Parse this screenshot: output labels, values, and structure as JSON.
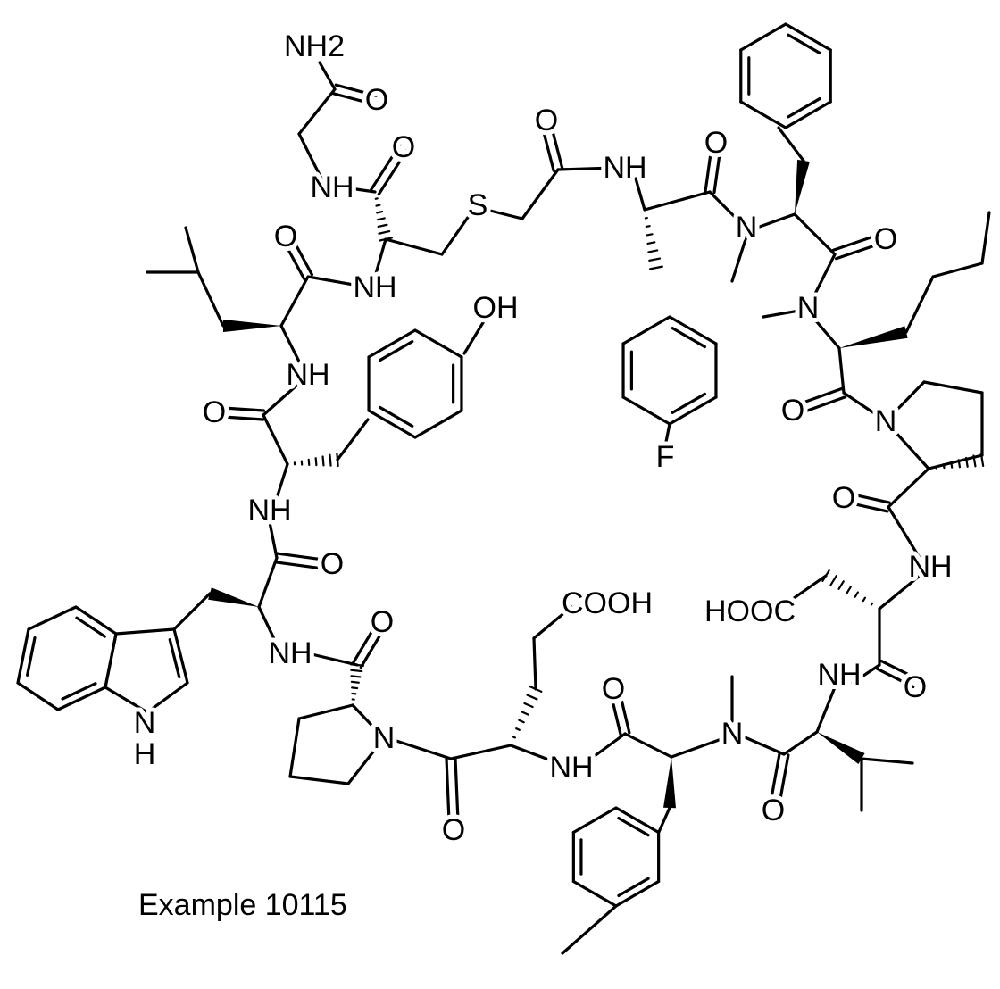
{
  "caption": "Example 10115",
  "atoms": {
    "nh2": "NH2",
    "o_gly": "O",
    "nh_gly": "NH",
    "o_cys": "O",
    "s": "S",
    "o_acetyl": "O",
    "nh_fphe": "NH",
    "o_fphe": "O",
    "n_mephe": "N",
    "f": "F",
    "o_mephe": "O",
    "n_menle": "N",
    "o_nle": "O",
    "n_pro1": "N",
    "o_pro1": "O",
    "nh_asp": "NH",
    "hooc": "HOOC",
    "o_asp": "O",
    "nh_val": "NH",
    "o_val": "O",
    "n_metyr": "N",
    "o_metyr": "O",
    "nh_glu": "NH",
    "cooh": "COOH",
    "o_glu": "O",
    "n_pro2": "N",
    "o_pro2": "O",
    "nh_trp": "NH",
    "o_trp": "O",
    "nh_indole": "N",
    "h_indole": "H",
    "nh_tyr": "NH",
    "o_tyr": "O",
    "oh": "OH",
    "nh_leu": "NH",
    "o_leu": "O",
    "nh_cys": "NH"
  }
}
